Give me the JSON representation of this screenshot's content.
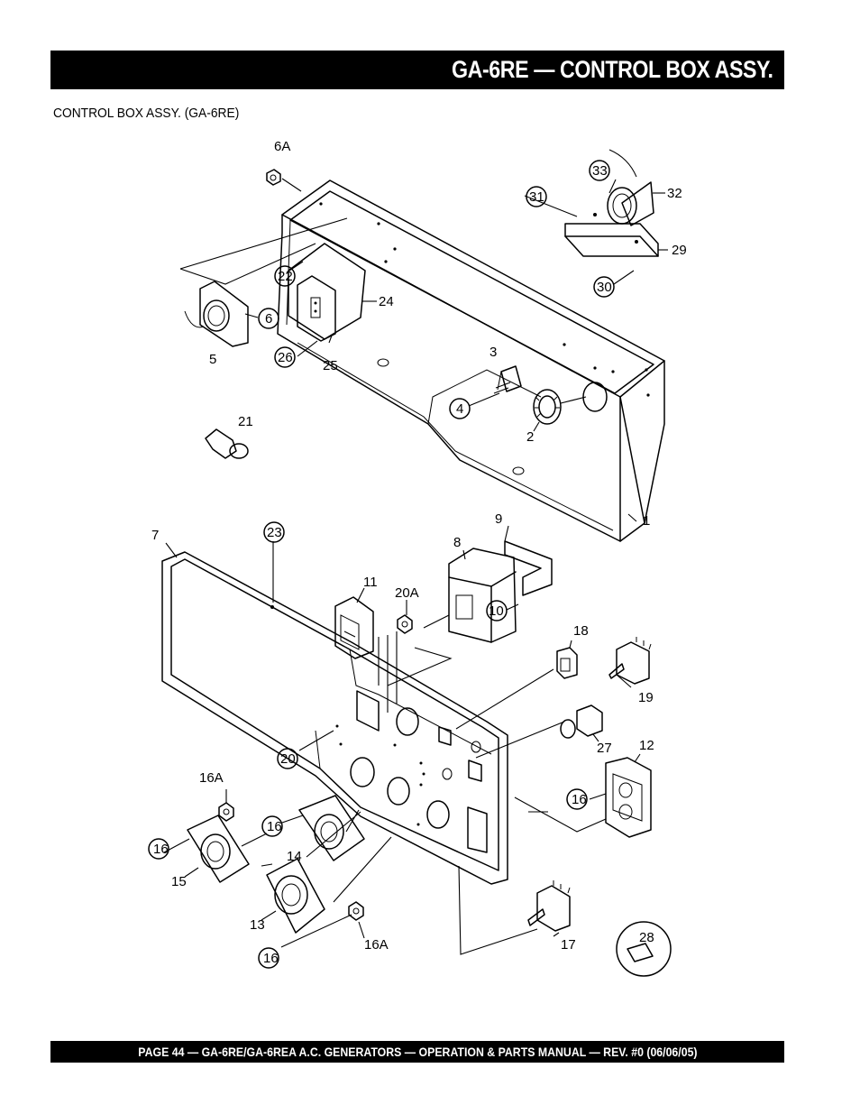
{
  "header": {
    "title": "GA-6RE — CONTROL BOX ASSY."
  },
  "subtitle": "CONTROL BOX ASSY. (GA-6RE)",
  "callouts": {
    "c1": "1",
    "c2": "2",
    "c3": "3",
    "c4": "4",
    "c5": "5",
    "c6": "6",
    "c6a": "6A",
    "c7": "7",
    "c8": "8",
    "c9": "9",
    "c10": "10",
    "c11": "11",
    "c12": "12",
    "c13": "13",
    "c14": "14",
    "c15": "15",
    "c16a": "16",
    "c16b": "16",
    "c16c": "16",
    "c16d": "16",
    "c16e": "16A",
    "c16f": "16A",
    "c17": "17",
    "c18": "18",
    "c19": "19",
    "c20": "20",
    "c20a": "20A",
    "c21": "21",
    "c22": "22",
    "c23": "23",
    "c24": "24",
    "c25": "25",
    "c26": "26",
    "c27": "27",
    "c28": "28",
    "c29": "29",
    "c30": "30",
    "c31": "31",
    "c32": "32",
    "c33": "33"
  },
  "footer": {
    "text": "PAGE 44 — GA-6RE/GA-6REA A.C. GENERATORS — OPERATION & PARTS MANUAL — REV. #0  (06/06/05)"
  }
}
